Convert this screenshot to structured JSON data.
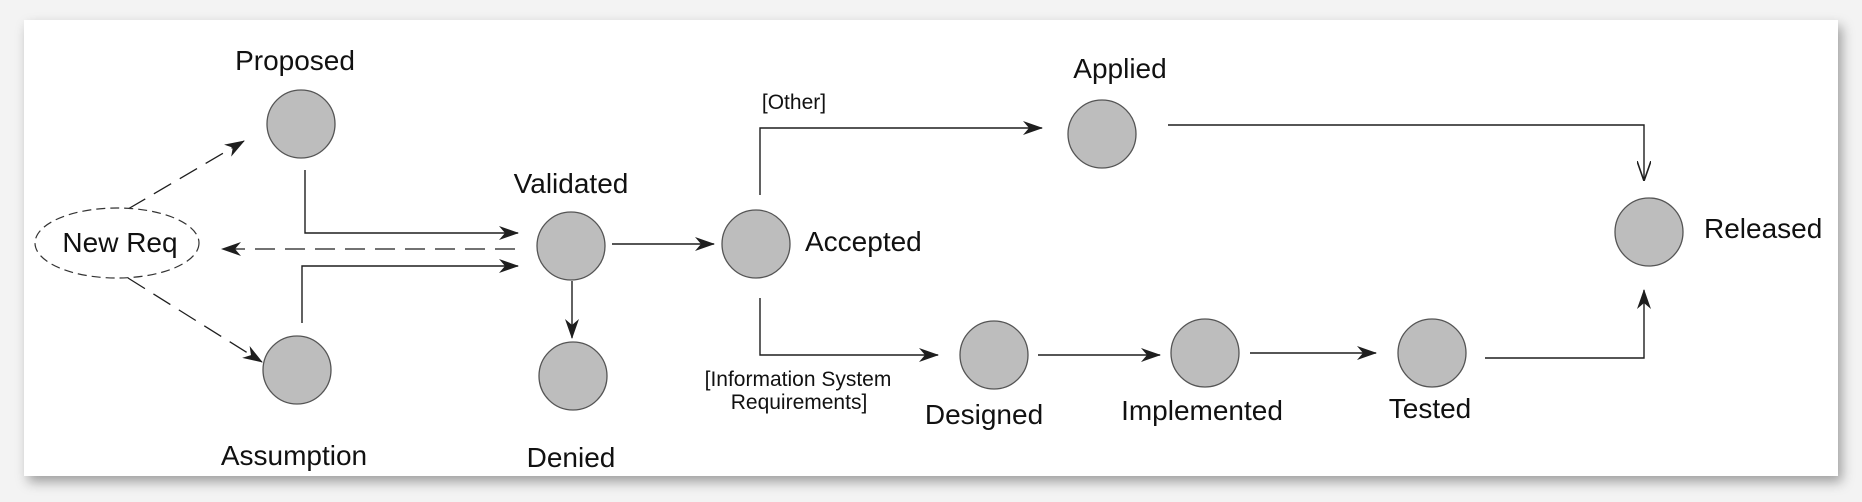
{
  "diagram": {
    "start_node": "New Req",
    "states": {
      "proposed": "Proposed",
      "assumption": "Assumption",
      "validated": "Validated",
      "denied": "Denied",
      "accepted": "Accepted",
      "applied": "Applied",
      "designed": "Designed",
      "implemented": "Implemented",
      "tested": "Tested",
      "released": "Released"
    },
    "guards": {
      "other": "[Other]",
      "info_line1": "[Information System",
      "info_line2": "Requirements]"
    },
    "colors": {
      "background": "#f3f3f3",
      "panel": "#ffffff",
      "node_fill": "#bdbdbd",
      "node_stroke": "#555555",
      "line": "#1e1e1e"
    }
  }
}
